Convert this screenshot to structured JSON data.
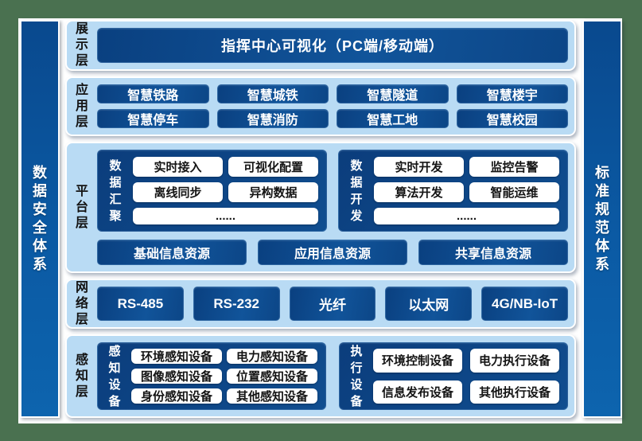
{
  "colors": {
    "frame_green": "#4a7150",
    "canvas_white": "#ffffff",
    "panel_light_blue": "#b9dbf4",
    "box_navy": "#0d4a8c",
    "pillar_blue": "#0b5aa4",
    "white_box_text": "#141414"
  },
  "left_pillar": {
    "label": "数据安全体系"
  },
  "right_pillar": {
    "label": "标准规范体系"
  },
  "layers": {
    "display": {
      "label": "展示层",
      "banner": "指挥中心可视化（PC端/移动端）"
    },
    "application": {
      "label": "应用层",
      "items": [
        "智慧铁路",
        "智慧城铁",
        "智慧隧道",
        "智慧楼宇",
        "智慧停车",
        "智慧消防",
        "智慧工地",
        "智慧校园"
      ]
    },
    "platform": {
      "label": "平台层",
      "groups": [
        {
          "name": "数据汇聚",
          "items": [
            "实时接入",
            "可视化配置",
            "离线同步",
            "异构数据",
            "......"
          ]
        },
        {
          "name": "数据开发",
          "items": [
            "实时开发",
            "监控告警",
            "算法开发",
            "智能运维",
            "......"
          ]
        }
      ],
      "resources": [
        "基础信息资源",
        "应用信息资源",
        "共享信息资源"
      ]
    },
    "network": {
      "label": "网络层",
      "items": [
        "RS-485",
        "RS-232",
        "光纤",
        "以太网",
        "4G/NB-IoT"
      ]
    },
    "perception": {
      "label": "感知层",
      "groups": [
        {
          "name": "感知设备",
          "items": [
            "环境感知设备",
            "电力感知设备",
            "图像感知设备",
            "位置感知设备",
            "身份感知设备",
            "其他感知设备"
          ]
        },
        {
          "name": "执行设备",
          "items": [
            "环境控制设备",
            "电力执行设备",
            "信息发布设备",
            "其他执行设备"
          ]
        }
      ]
    }
  }
}
